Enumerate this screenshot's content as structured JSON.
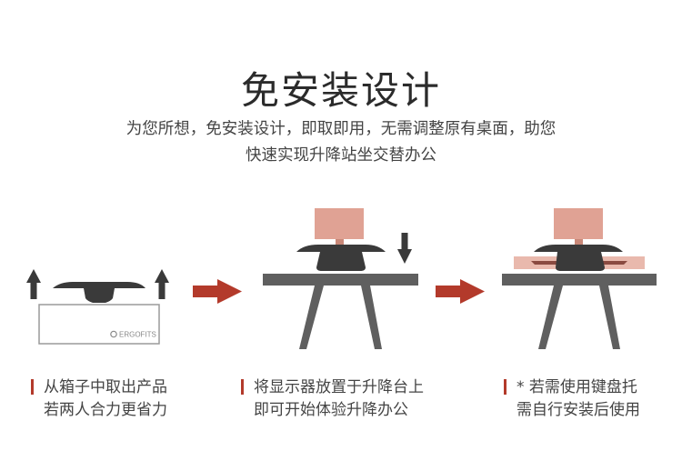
{
  "title": "免安装设计",
  "subtitle": {
    "line1": "为您所想，免安装设计，即取即用，无需调整原有桌面，助您",
    "line2": "快速实现升降站坐交替办公"
  },
  "brand": "ERGOFITS",
  "colors": {
    "accent": "#b33a2b",
    "desk": "#5f5f5f",
    "monitor": "#e0a294",
    "keyboard_tray": "#e9b9ad",
    "platform": "#3a3a3a",
    "box_border": "#9a9a9a"
  },
  "steps": [
    {
      "line1": "从箱子中取出产品",
      "line2": "若两人合力更省力"
    },
    {
      "line1": "将显示器放置于升降台上",
      "line2": "即可开始体验升降办公"
    },
    {
      "line1": "* 若需使用键盘托",
      "line2": "需自行安装后使用"
    }
  ]
}
